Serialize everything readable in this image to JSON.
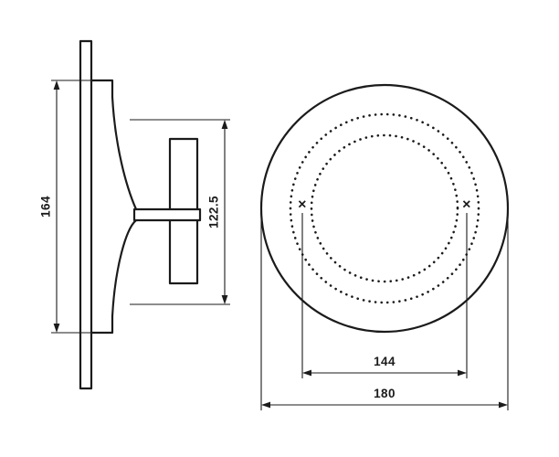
{
  "drawing": {
    "colors": {
      "line": "#1b1b1b",
      "background": "#ffffff"
    },
    "side_view": {
      "height_dim": "164",
      "depth_dim": "122.5"
    },
    "front_view": {
      "hole_spacing_dim": "144",
      "outer_diameter_dim": "180",
      "hole_marker": "×"
    }
  }
}
